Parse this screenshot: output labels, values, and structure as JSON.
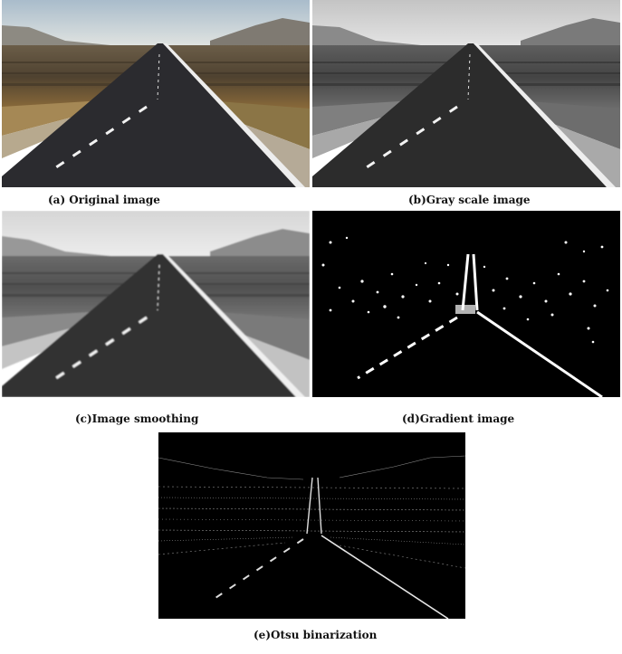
{
  "figure": {
    "panels": [
      {
        "id": "a",
        "caption": "(a) Original image"
      },
      {
        "id": "b",
        "caption": "(b)Gray scale image"
      },
      {
        "id": "c",
        "caption": "(c)Image smoothing"
      },
      {
        "id": "d",
        "caption": "(d)Gradient  image"
      },
      {
        "id": "e",
        "caption": "(e)Otsu binarization"
      }
    ]
  },
  "colors": {
    "sky_color": "#cfd8de",
    "field_color": "#5a4a36",
    "road_color": "#2a2a2e",
    "edge_color": "#ffffff"
  }
}
